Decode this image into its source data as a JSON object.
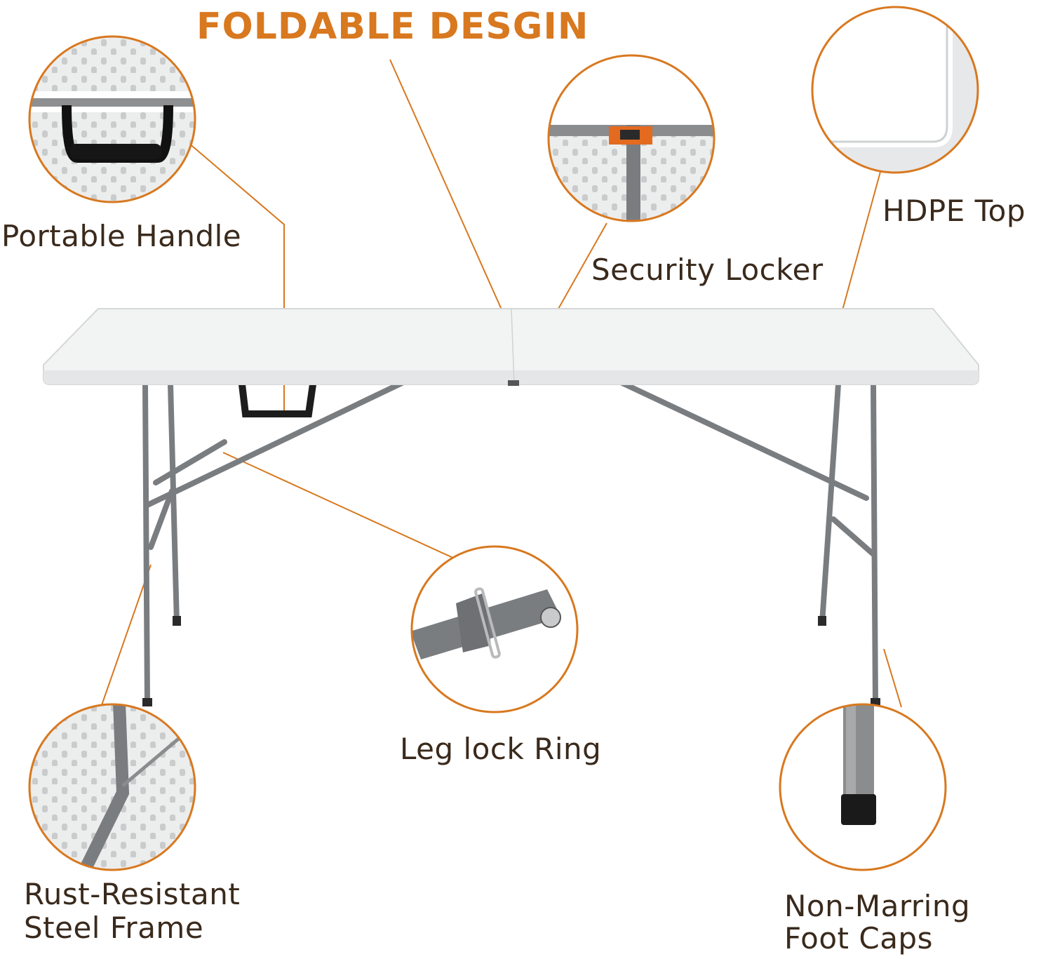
{
  "title": "FOLDABLE DESGIN",
  "callouts": {
    "portable_handle": "Portable Handle",
    "security_locker": "Security Locker",
    "hdpe_top": "HDPE Top",
    "leg_lock_ring": "Leg lock Ring",
    "rust_resistant_1": "Rust-Resistant",
    "rust_resistant_2": "Steel Frame",
    "foot_caps_1": "Non-Marring",
    "foot_caps_2": "Foot Caps"
  },
  "colors": {
    "accent": "#d8781f",
    "label_text": "#3a2a1c",
    "frame": "#7a7d80",
    "table_top": "#f2f3f3"
  }
}
